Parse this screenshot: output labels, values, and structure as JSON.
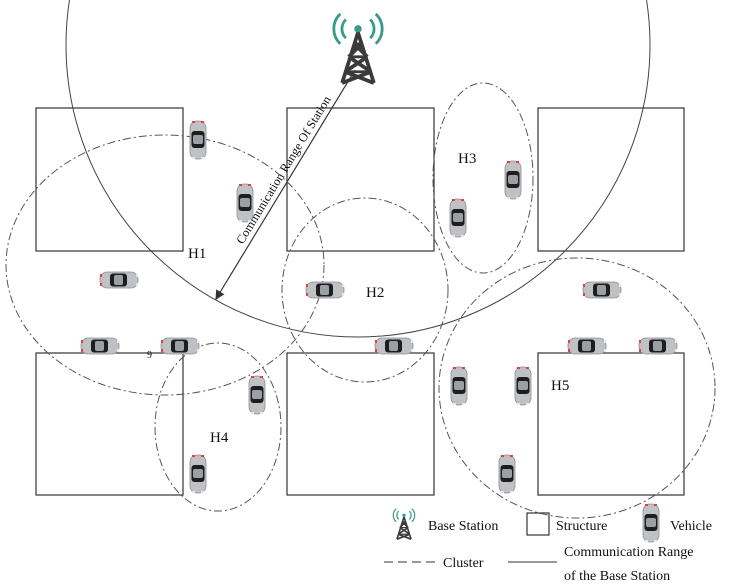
{
  "diagram": {
    "range_label": "Communication Range Of Station",
    "clusters": [
      {
        "id": "h1",
        "label": "H1"
      },
      {
        "id": "h2",
        "label": "H2"
      },
      {
        "id": "h3",
        "label": "H3"
      },
      {
        "id": "h4",
        "label": "H4"
      },
      {
        "id": "h5",
        "label": "H5"
      }
    ],
    "vehicle_tag": "9"
  },
  "legend": {
    "base_station": "Base Station",
    "structure": "Structure",
    "vehicle": "Vehicle",
    "cluster": "Cluster",
    "range_line1": "Communication Range",
    "range_line2": "of the Base Station"
  },
  "colors": {
    "signal": "#3a9a8a",
    "tower": "#3a3a3a",
    "vehicle_body": "#bfc1c4",
    "vehicle_glass": "#1e1e1e",
    "vehicle_light": "#e04040",
    "line": "#555555"
  }
}
